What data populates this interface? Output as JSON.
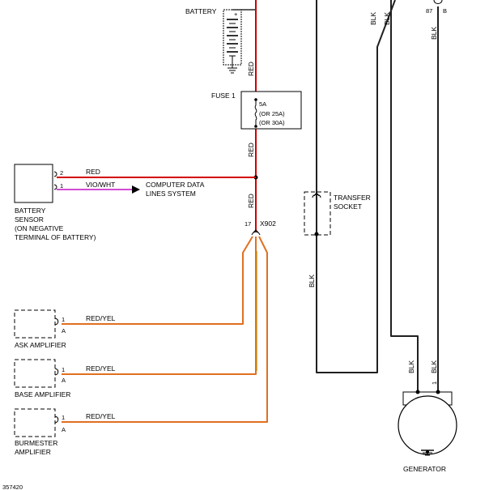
{
  "colors": {
    "red": "#d40000",
    "violet_white": "#cc33cc",
    "red_yellow": "#e07020",
    "yellow_accent": "#c8c840",
    "black": "#202020"
  },
  "labels": {
    "battery": "BATTERY",
    "battery_plus": "+",
    "fuse": "FUSE 1",
    "fuse_line1": "5A",
    "fuse_line2": "(OR 25A)",
    "fuse_line3": "(OR 30A)",
    "sensor_pin2": "2",
    "sensor_pin1": "1",
    "sensor_wire_red": "RED",
    "sensor_wire_vio": "VIO/WHT",
    "computer_line1": "COMPUTER DATA",
    "computer_line2": "LINES SYSTEM",
    "sensor_line1": "BATTERY",
    "sensor_line2": "SENSOR",
    "sensor_line3": "(ON NEGATIVE",
    "sensor_line4": "TERMINAL OF BATTERY)",
    "wire_red_top": "RED",
    "wire_red_mid": "RED",
    "wire_red_low": "RED",
    "x902_pin": "17",
    "x902": "X902",
    "ask_pin": "1",
    "ask_conn": "A",
    "ask_wire": "RED/YEL",
    "ask_label": "ASK AMPLIFIER",
    "base_pin": "1",
    "base_conn": "A",
    "base_wire": "RED/YEL",
    "base_label": "BASE AMPLIFIER",
    "burm_pin": "1",
    "burm_conn": "A",
    "burm_wire": "RED/YEL",
    "burm_label1": "BURMESTER",
    "burm_label2": "AMPLIFIER",
    "transfer1": "TRANSFER",
    "transfer2": "SOCKET",
    "blk_top_a": "BLK",
    "blk_top_b": "BLK",
    "blk_left": "BLK",
    "blk_right_top": "BLK",
    "relay_pin": "87",
    "relay_b": "B",
    "gen_blk_a": "BLK",
    "gen_blk_b": "BLK",
    "gen_pin": "1",
    "generator": "GENERATOR",
    "doc_number": "357420"
  }
}
